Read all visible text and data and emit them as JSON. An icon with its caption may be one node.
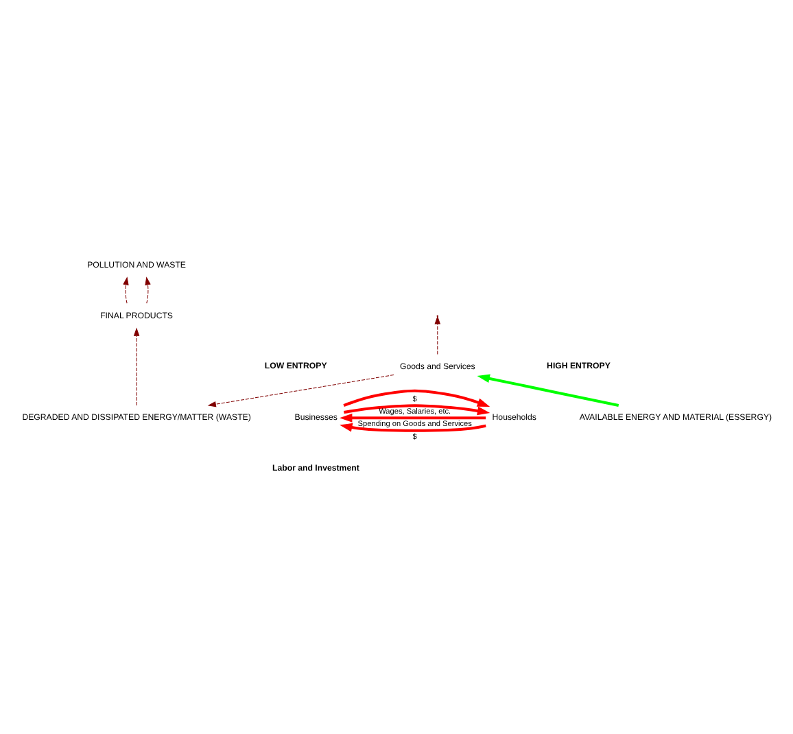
{
  "diagram": {
    "nodes": [
      {
        "text": [
          "AVAILABLE ENERGY AND MATERIAL (ESSERGY)"
        ]
      },
      {
        "text": [
          "Goods and Services"
        ]
      },
      {
        "text": [
          "DEGRADED AND DISSIPATED ENERGY/MATTER (WASTE)"
        ]
      },
      {
        "text": [
          "FINAL PRODUCTS"
        ]
      },
      {
        "text": [
          "POLLUTION AND WASTE"
        ]
      },
      {
        "text": [
          "Businesses"
        ]
      },
      {
        "text": [
          "Households"
        ]
      }
    ],
    "edges": [
      {
        "from": 0,
        "to": 1,
        "arrow": "to",
        "style": "thick",
        "color": "#00ff00"
      },
      {
        "from": 1,
        "to": 2,
        "arrow": "to",
        "style": "dashed"
      },
      {
        "from": 2,
        "to": 3,
        "arrow": "to",
        "style": "dashed"
      },
      {
        "from": 3,
        "to": 4,
        "arrow": "to",
        "style": "dashed"
      },
      {
        "from": 3,
        "to": 4,
        "arrow": "to",
        "style": "dashed"
      },
      {
        "from": 1,
        "to": null,
        "arrow": "to",
        "style": "dashed"
      },
      {
        "from": 6,
        "to": 5,
        "arrow": "to",
        "label": "$",
        "style": "thick",
        "color": "#ff0000"
      },
      {
        "from": 6,
        "to": 5,
        "arrow": "to",
        "label": "Spending on Goods and Services",
        "style": "thick",
        "color": "#ff0000"
      },
      {
        "from": 5,
        "to": 6,
        "arrow": "to",
        "label": "Wages, Salaries, etc.",
        "style": "thick",
        "color": "#ff0000"
      },
      {
        "from": 5,
        "to": 6,
        "arrow": "to",
        "label": "$",
        "style": "thick",
        "color": "#ff0000"
      }
    ],
    "labels": [
      "LOW ENTROPY",
      "HIGH ENTROPY",
      "Labor and Investment"
    ]
  }
}
